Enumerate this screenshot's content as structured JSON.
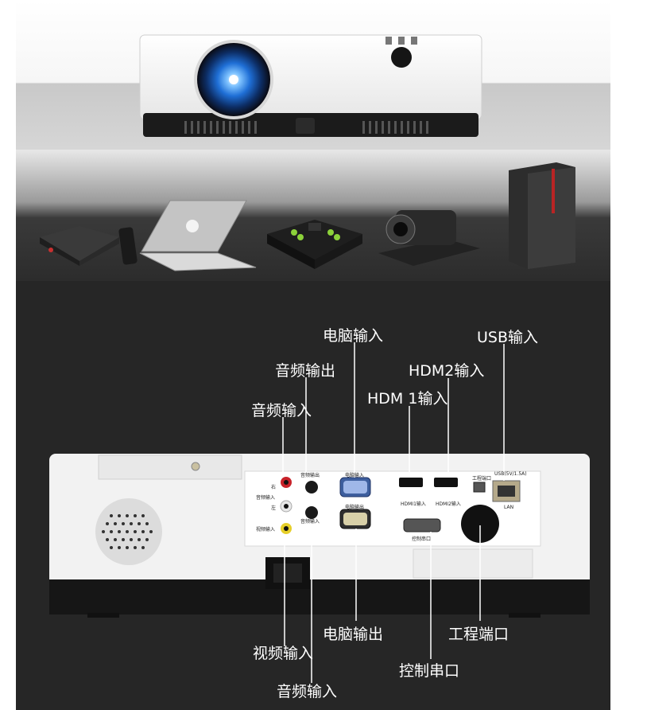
{
  "labels": {
    "pc_input_top": "电脑输入",
    "usb_input": "USB输入",
    "audio_out": "音频输出",
    "hdmi2_in": "HDM2输入",
    "hdmi1_in": "HDM 1输入",
    "audio_in_top": "音频输入",
    "video_in": "视频输入",
    "pc_out": "电脑输出",
    "service_port": "工程端口",
    "control_port": "控制串口",
    "audio_in_bottom": "音频输入"
  },
  "panel_labels": {
    "audio_out": "音频输出",
    "audio_in": "音频输入",
    "right": "右",
    "left": "左",
    "audio_in_side": "音频输入",
    "video_in": "视频输入",
    "pc_in": "电脑输入",
    "pc_out": "电脑输出",
    "hdmi1": "HDMI1输入",
    "hdmi2": "HDMI2输入",
    "control": "控制串口",
    "service": "工程端口",
    "usb": "USB(5V/1.5A)",
    "lan": "LAN"
  },
  "colors": {
    "dark_bg": "#262626",
    "white_body": "#f2f2f2",
    "lens_blue": "#1f6fd6"
  }
}
